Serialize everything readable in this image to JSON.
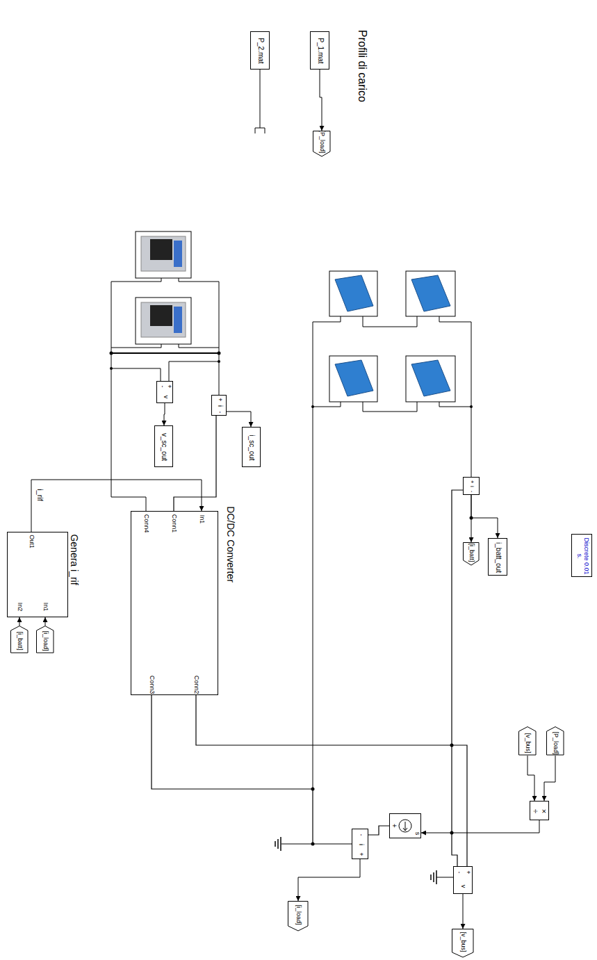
{
  "diagram": {
    "title": "Profili di carico",
    "nodes": [
      {
        "text": [
          "P_2.mat"
        ]
      },
      {
        "text": [
          "P_1.mat"
        ]
      },
      {
        "text": [
          "[P_load]"
        ]
      },
      {
        "text": [
          "-",
          "+",
          "v"
        ]
      },
      {
        "text": [
          "+",
          "i",
          "-"
        ]
      },
      {
        "text": [
          "v_sc_out"
        ]
      },
      {
        "text": [
          "i_sc_out"
        ]
      },
      {
        "text": [
          "DC/DC Converter",
          "In1",
          "Conn1",
          "Conn4",
          "Conn2",
          "Conn3"
        ]
      },
      {
        "text": [
          "Genera i_rif",
          "Out1",
          "In2",
          "In1"
        ]
      },
      {
        "text": [
          "[i_load]"
        ]
      },
      {
        "text": [
          "[i_batt]"
        ]
      },
      {
        "text": [
          "+",
          "i",
          "-"
        ]
      },
      {
        "text": [
          "[i_batt]"
        ]
      },
      {
        "text": [
          "i_batt_out"
        ]
      },
      {
        "text": [
          "Discrete 0.01 s."
        ]
      },
      {
        "text": [
          "[P_load]"
        ]
      },
      {
        "text": [
          "[v_bus]"
        ]
      },
      {
        "text": [
          "÷",
          "×"
        ]
      },
      {
        "text": [
          "+",
          "s"
        ]
      },
      {
        "text": [
          "-",
          "i",
          "+"
        ]
      },
      {
        "text": [
          "-",
          "+",
          "v"
        ]
      },
      {
        "text": [
          "[i_load]"
        ]
      },
      {
        "text": [
          "[v_bus]"
        ]
      }
    ],
    "edges": [
      {
        "from": 1,
        "to": 2,
        "arrow": "to"
      },
      {
        "from": 3,
        "to": 5,
        "arrow": "to"
      },
      {
        "from": 4,
        "to": 6,
        "arrow": "to"
      },
      {
        "from": 8,
        "to": 7,
        "arrow": "to",
        "label": "i_rif"
      },
      {
        "from": 9,
        "to": 8,
        "arrow": "to"
      },
      {
        "from": 10,
        "to": 8,
        "arrow": "to"
      },
      {
        "from": 11,
        "to": 12,
        "arrow": "to"
      },
      {
        "from": 11,
        "to": 13,
        "arrow": "to"
      },
      {
        "from": 15,
        "to": 17,
        "arrow": "to"
      },
      {
        "from": 16,
        "to": 17,
        "arrow": "to"
      },
      {
        "from": 17,
        "to": 18,
        "arrow": "to"
      },
      {
        "from": 19,
        "to": 21,
        "arrow": "to"
      },
      {
        "from": 20,
        "to": 22,
        "arrow": "to"
      },
      {
        "from": 18,
        "to": 19,
        "arrow": "none"
      },
      {
        "from": 7,
        "to": 20,
        "arrow": "none"
      },
      {
        "from": 11,
        "to": 20,
        "arrow": "none"
      },
      {
        "from": 7,
        "to": 19,
        "arrow": "none"
      },
      {
        "from": 7,
        "to": 4,
        "arrow": "none"
      }
    ]
  }
}
